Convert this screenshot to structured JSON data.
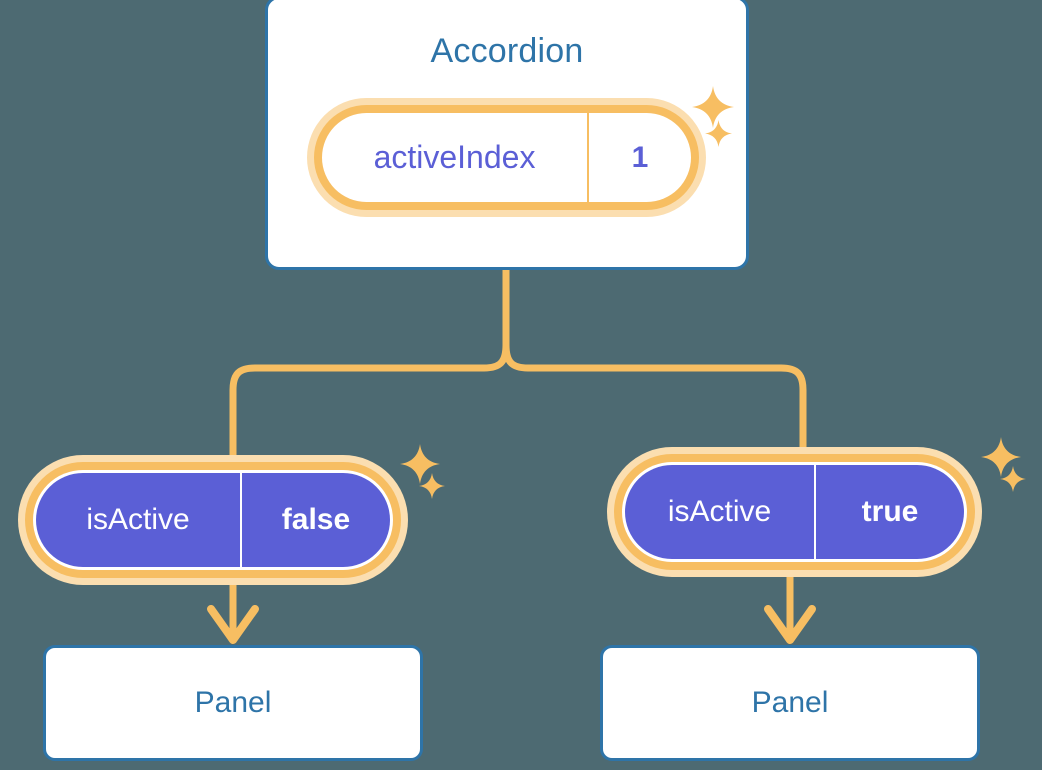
{
  "theme": {
    "background": "#4d6a72",
    "card_border": "#2e74a8",
    "card_fill": "#ffffff",
    "title_text": "#2e74a8",
    "ring_outer": "#fbdeb0",
    "ring_inner": "#f7be62",
    "pill_purple": "#5b5fd6",
    "pill_text_light": "#ffffff",
    "connector": "#f7be62"
  },
  "diagram": {
    "root": {
      "title": "Accordion",
      "state": {
        "key": "activeIndex",
        "value": "1"
      }
    },
    "children": [
      {
        "prop": {
          "key": "isActive",
          "value": "false"
        },
        "panel_label": "Panel"
      },
      {
        "prop": {
          "key": "isActive",
          "value": "true"
        },
        "panel_label": "Panel"
      }
    ],
    "decorations": {
      "sparkle_large": "sparkle-4-point-large-icon",
      "sparkle_small": "sparkle-4-point-small-icon",
      "arrow": "arrow-down-icon",
      "branch": "branch-connector"
    }
  }
}
